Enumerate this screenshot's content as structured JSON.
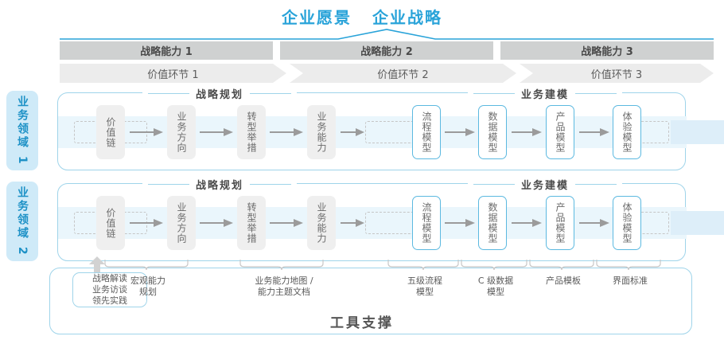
{
  "header": {
    "titles": [
      "企业愿景",
      "企业战略"
    ],
    "accent_color": "#29a3d9"
  },
  "capabilities": {
    "bar_color": "#cfd1d1",
    "items": [
      {
        "label": "战略能力 1"
      },
      {
        "label": "战略能力 2"
      },
      {
        "label": "战略能力 3"
      }
    ]
  },
  "value_chain": {
    "bar_color": "#ececec",
    "items": [
      {
        "label": "价值环节 1"
      },
      {
        "label": "价值环节 2"
      },
      {
        "label": "价值环节 3"
      }
    ]
  },
  "domains": [
    {
      "label": "业务领域 1",
      "tab_color": "#cfeaf8"
    },
    {
      "label": "业务领域 2",
      "tab_color": "#cfeaf8"
    }
  ],
  "sections": {
    "left_caption": "战略规划",
    "right_caption": "业务建模"
  },
  "nodes": {
    "planning": [
      {
        "label": "价值链",
        "style": "gray"
      },
      {
        "label": "业务方向",
        "style": "gray"
      },
      {
        "label": "转型举措",
        "style": "gray"
      },
      {
        "label": "业务能力",
        "style": "gray"
      }
    ],
    "modeling": [
      {
        "label": "流程模型",
        "style": "blue"
      },
      {
        "label": "数据模型",
        "style": "blue"
      },
      {
        "label": "产品模型",
        "style": "blue"
      },
      {
        "label": "体验模型",
        "style": "blue"
      }
    ]
  },
  "tool_support": {
    "title": "工具支撑",
    "chip": "战略解读\n业务访谈\n领先实践",
    "chip_lines": [
      "战略解读",
      "业务访谈",
      "领先实践"
    ],
    "labels": [
      {
        "lines": [
          "宏观能力",
          "规划"
        ]
      },
      {
        "lines": [
          "业务能力地图 /",
          "能力主题文档"
        ]
      },
      {
        "lines": [
          "五级流程",
          "模型"
        ]
      },
      {
        "lines": [
          "C 级数据",
          "模型"
        ]
      },
      {
        "lines": [
          "产品模板"
        ]
      },
      {
        "lines": [
          "界面标准"
        ]
      }
    ]
  },
  "colors": {
    "blue_border": "#9fd4ea",
    "band": "#eaf6fc",
    "node_blue": "#5cb9e0",
    "node_gray": "#efefef",
    "text_dark": "#4a4a4a"
  }
}
